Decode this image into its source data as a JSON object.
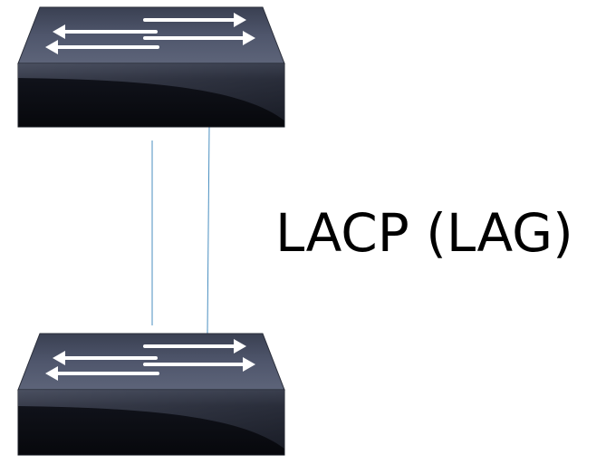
{
  "diagram": {
    "label": "LACP (LAG)",
    "devices": [
      {
        "type": "network-switch",
        "role": "top"
      },
      {
        "type": "network-switch",
        "role": "bottom"
      }
    ],
    "links": [
      {
        "type": "lag-member"
      },
      {
        "type": "lag-member"
      }
    ],
    "colors": {
      "link": "#4a8fc0",
      "switch_top": "#4a5166",
      "switch_front": "#0d0f16",
      "arrow": "#ffffff",
      "label": "#000000"
    }
  }
}
